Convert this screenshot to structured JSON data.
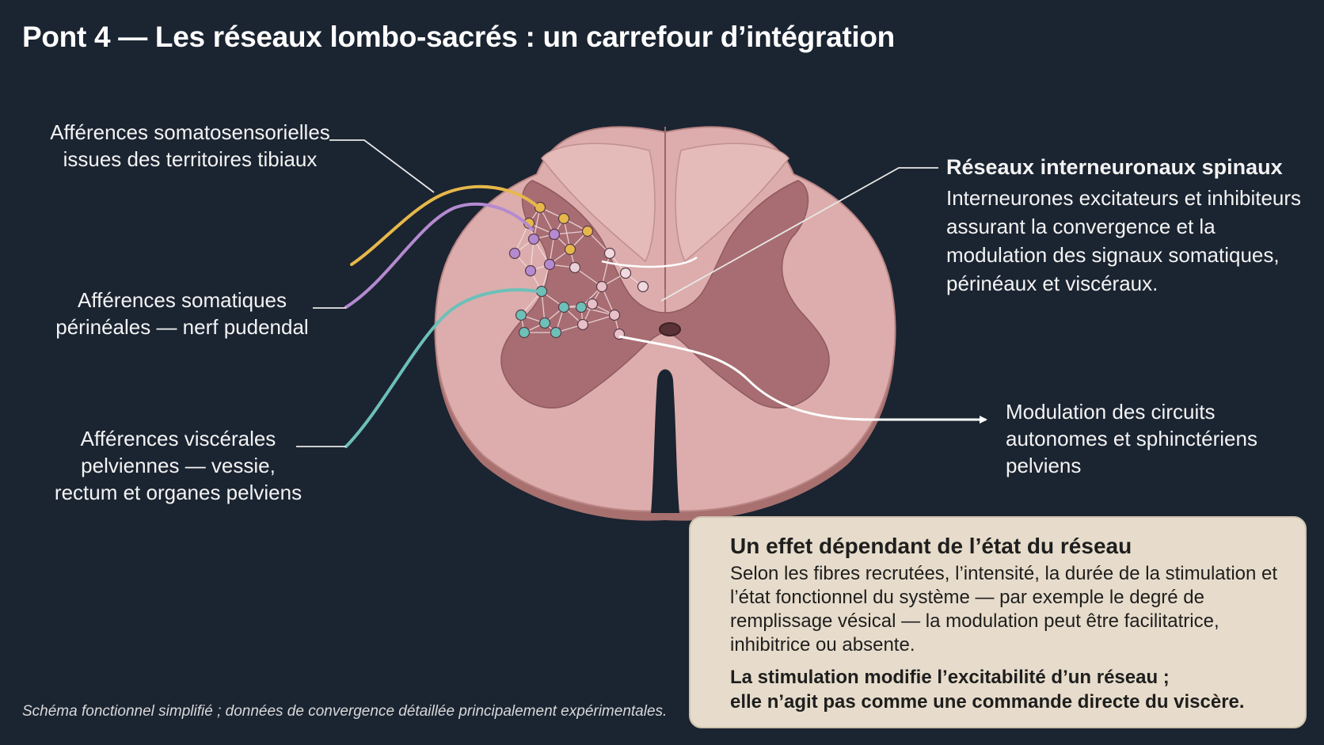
{
  "title": "Pont 4 — Les réseaux lombo-sacrés : un carrefour d’intégration",
  "labels": {
    "tibial": [
      "Afférences somatosensorielles",
      "issues des territoires tibiaux"
    ],
    "pudendal": [
      "Afférences somatiques",
      "périnéales — nerf pudendal"
    ],
    "visceral": [
      "Afférences viscérales",
      "pelviennes — vessie,",
      "rectum et organes pelviens"
    ],
    "network": {
      "heading": "Réseaux interneuronaux spinaux",
      "lines": [
        "Interneurones excitateurs et inhibiteurs",
        "assurant la convergence et la",
        "modulation des signaux somatiques,",
        "périnéaux et viscéraux."
      ]
    },
    "modulation": [
      "Modulation des circuits",
      "autonomes et sphinctériens",
      "pelviens"
    ]
  },
  "box": {
    "heading": "Un effet dépendant de l’état du réseau",
    "lines": [
      "Selon les fibres recrutées, l’intensité, la durée de la stimulation et",
      "l’état fonctionnel du système — par exemple le degré de",
      "remplissage vésical — la modulation peut être facilitatrice,",
      "inhibitrice ou absente."
    ],
    "bold_lines": [
      "La stimulation modifie l’excitabilité d’un réseau ;",
      "elle n’agit pas comme une commande directe du viscère."
    ]
  },
  "footnote": "Schéma fonctionnel simplifié ; données de convergence détaillée principalement expérimentales.",
  "colors": {
    "background": "#1b2431",
    "white_matter": "#dcadac",
    "gray_matter": "#a86d72",
    "tibial_fiber": "#e6b84a",
    "pudendal_fiber": "#b48ad0",
    "visceral_fiber": "#6cc0b8",
    "box": "#e7dccb"
  }
}
